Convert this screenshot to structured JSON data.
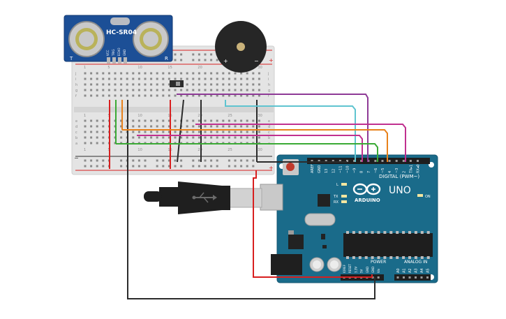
{
  "sensor": {
    "model": "HC-SR04",
    "pins": [
      "VCC",
      "TRIG",
      "ECHO",
      "GND"
    ],
    "corner_left": "T",
    "corner_right": "R"
  },
  "breadboard": {
    "row_letters_top": [
      "j",
      "i",
      "h",
      "g",
      "f"
    ],
    "row_letters_bottom": [
      "e",
      "d",
      "c",
      "b",
      "a"
    ],
    "column_numbers": [
      "1",
      "5",
      "10",
      "15",
      "20",
      "25",
      "30"
    ],
    "rail_plus": "+",
    "rail_minus": "−"
  },
  "buzzer": {
    "plus": "+",
    "minus": "−"
  },
  "arduino": {
    "brand": "ARDUINO",
    "model": "UNO",
    "digital_label": "DIGITAL (PWM~)",
    "power_label": "POWER",
    "analog_label": "ANALOG IN",
    "on_label": "ON",
    "led_l": "L",
    "led_tx": "TX",
    "led_rx": "RX",
    "digital_pins": [
      "AREF",
      "GND",
      "13",
      "12",
      "~11",
      "~10",
      "~9",
      "8",
      "7",
      "~6",
      "~5",
      "4",
      "~3",
      "2",
      "TX▸1",
      "RX◂0"
    ],
    "power_pins": [
      "IOREF",
      "RESET",
      "3.3V",
      "5V",
      "GND",
      "GND",
      "Vin"
    ],
    "analog_pins": [
      "A0",
      "A1",
      "A2",
      "A3",
      "A4",
      "A5"
    ]
  },
  "wire_colors": {
    "purple": "#8e3a96",
    "cyan": "#5fc4d0",
    "magenta": "#c0308f",
    "orange": "#e8811a",
    "green": "#3aaa35",
    "red": "#d81f1f",
    "black": "#2b2b2b"
  }
}
